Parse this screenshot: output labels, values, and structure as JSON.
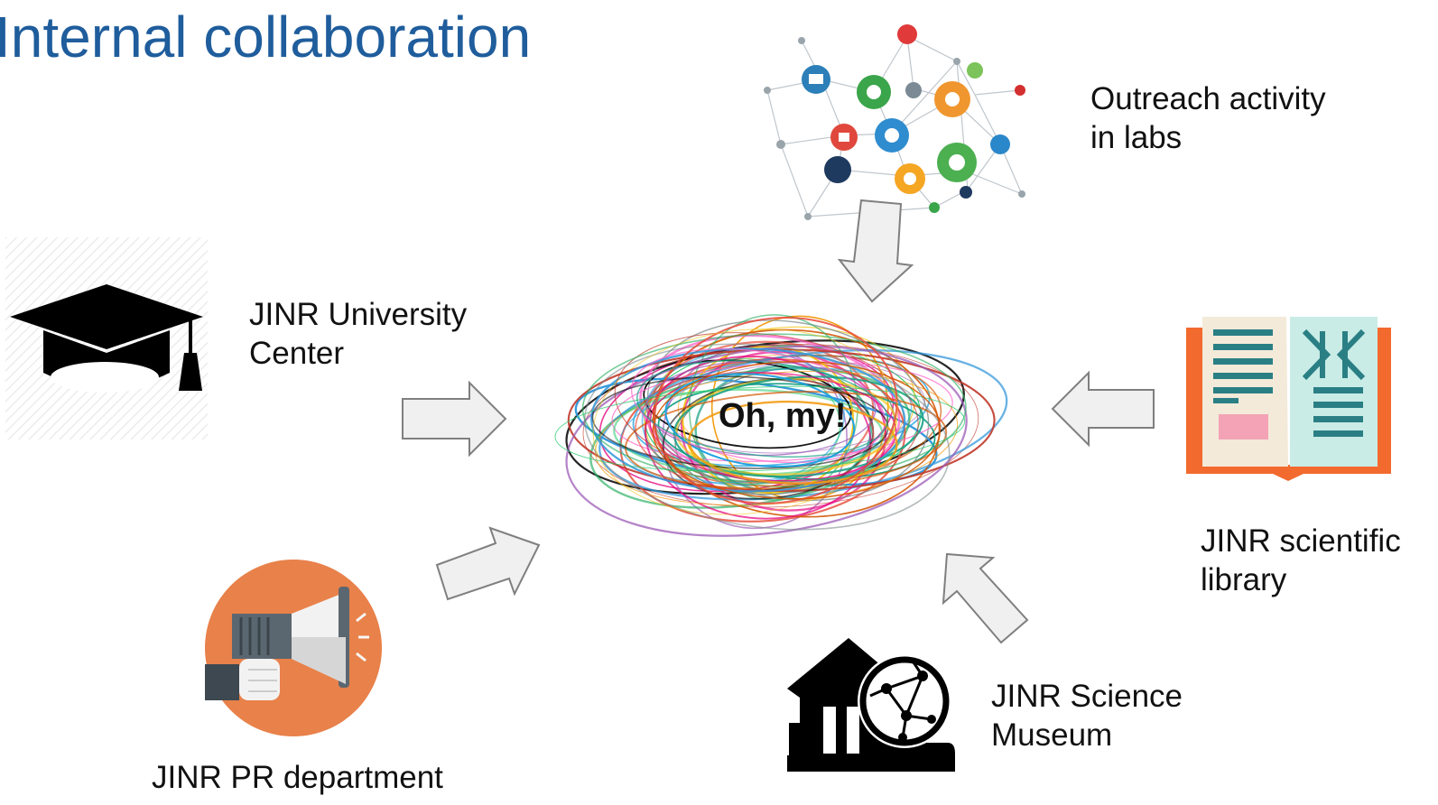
{
  "title": "Internal collaboration",
  "center": {
    "text": "Oh, my!"
  },
  "nodes": {
    "outreach": {
      "lines": [
        "Outreach activity",
        "in labs"
      ],
      "icon": "science-network-icon"
    },
    "university": {
      "lines": [
        "JINR University",
        "Center"
      ],
      "icon": "graduation-cap-icon"
    },
    "library": {
      "lines": [
        "JINR scientific",
        "library"
      ],
      "icon": "open-book-icon"
    },
    "pr": {
      "lines": [
        "JINR PR department"
      ],
      "icon": "megaphone-icon"
    },
    "museum": {
      "lines": [
        "JINR Science",
        "Museum"
      ],
      "icon": "museum-globe-icon"
    }
  },
  "colors": {
    "title": "#1f5d9c",
    "orange": "#e8814a",
    "teal": "#2a8f8a",
    "arrow_fill": "#f0f0f0",
    "arrow_stroke": "#7f7f7f"
  }
}
